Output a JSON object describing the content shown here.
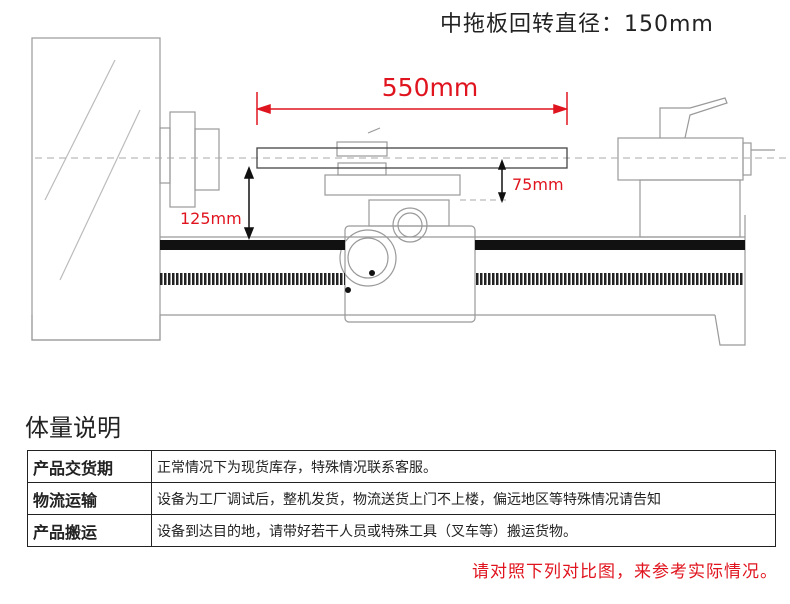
{
  "header": {
    "title": "中拖板回转直径：150mm"
  },
  "dimensions": {
    "length": "550mm",
    "height_center": "125mm",
    "height_cross": "75mm"
  },
  "section_title": "体量说明",
  "table": [
    {
      "label": "产品交货期",
      "value": "正常情况下为现货库存，特殊情况联系客服。"
    },
    {
      "label": "物流运输",
      "value": "设备为工厂调试后，整机发货，物流送货上门不上楼，偏远地区等特殊情况请告知"
    },
    {
      "label": "产品搬运",
      "value": "设备到达目的地，请带好若干人员或特殊工具（叉车等）搬运货物。"
    }
  ],
  "note": "请对照下列对比图，来参考实际情况。",
  "colors": {
    "accent": "#e0141e"
  }
}
